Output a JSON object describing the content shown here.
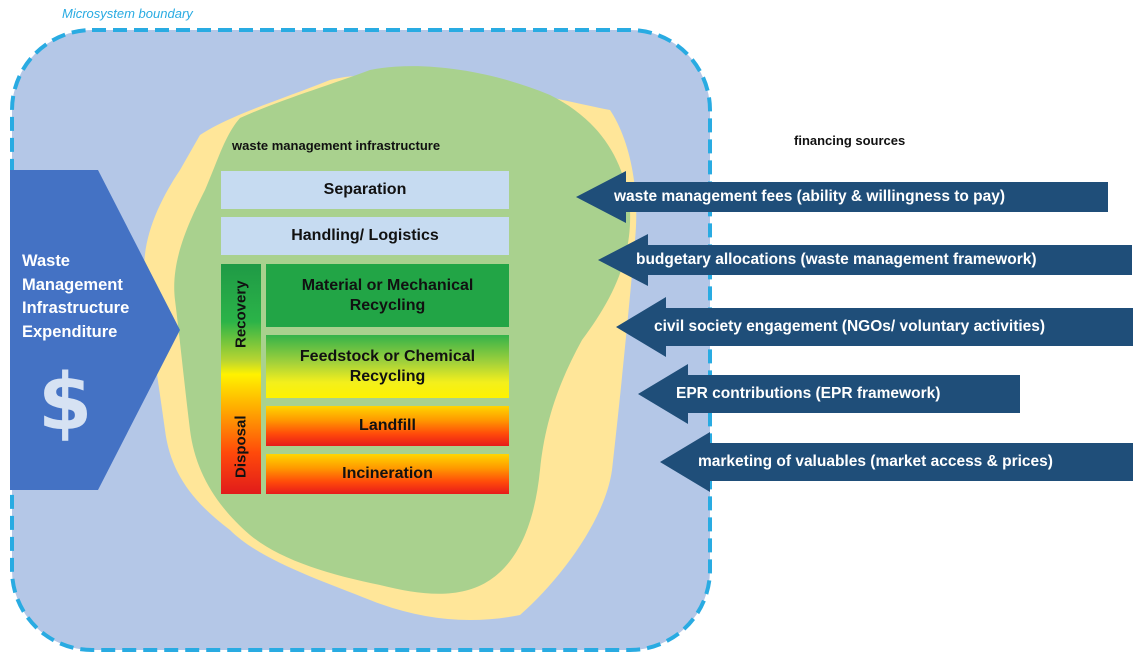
{
  "boundary_label": "Microsystem boundary",
  "infrastructure_title": "waste management infrastructure",
  "financing_title": "financing sources",
  "expenditure": {
    "lines": [
      "Waste",
      "Management",
      "Infrastructure",
      "Expenditure"
    ],
    "symbol": "$"
  },
  "stages": {
    "separation": "Separation",
    "handling": "Handling/ Logistics",
    "material_recycling": "Material or Mechanical Recycling",
    "feedstock_recycling": "Feedstock or Chemical Recycling",
    "landfill": "Landfill",
    "incineration": "Incineration"
  },
  "categories": {
    "recovery": "Recovery",
    "disposal": "Disposal"
  },
  "financing_sources": [
    "waste management fees (ability & willingness to pay)",
    "budgetary allocations (waste management framework)",
    "civil society engagement (NGOs/ voluntary activities)",
    "EPR contributions (EPR framework)",
    "marketing of valuables (market access & prices)"
  ],
  "colors": {
    "boundary": "#29abe2",
    "sea": "#b4c7e7",
    "island": "#a9d18e",
    "beach": "#ffe699",
    "arrow": "#1f4e79",
    "expenditure": "#4472c4"
  }
}
